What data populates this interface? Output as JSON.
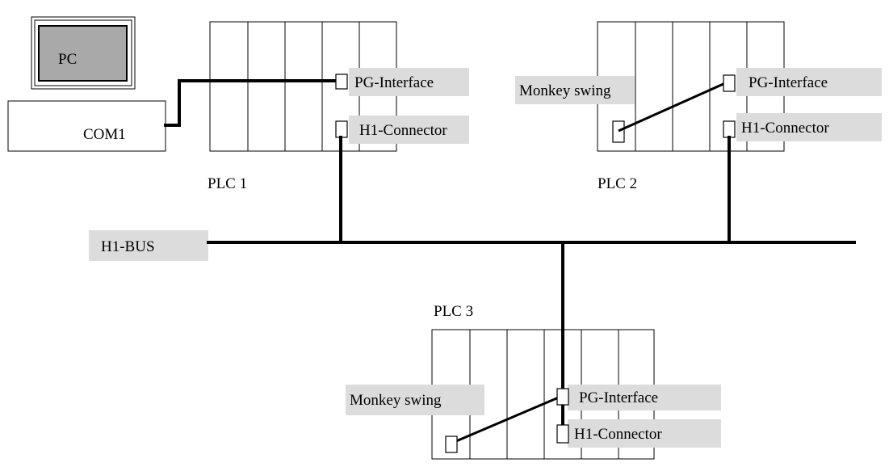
{
  "pc": {
    "screen_label": "PC",
    "port_label": "COM1"
  },
  "plc1": {
    "name": "PLC 1",
    "pg_interface_label": "PG-Interface",
    "h1_connector_label": "H1-Connector"
  },
  "plc2": {
    "name": "PLC 2",
    "monkey_swing_label": "Monkey swing",
    "pg_interface_label": "PG-Interface",
    "h1_connector_label": "H1-Connector"
  },
  "plc3": {
    "name": "PLC 3",
    "monkey_swing_label": "Monkey swing",
    "pg_interface_label": "PG-Interface",
    "h1_connector_label": "H1-Connector"
  },
  "bus": {
    "label": "H1-BUS"
  },
  "colors": {
    "label_background": "#dcdcdc",
    "pc_screen": "#a9a9a9",
    "lines": "#000000"
  }
}
